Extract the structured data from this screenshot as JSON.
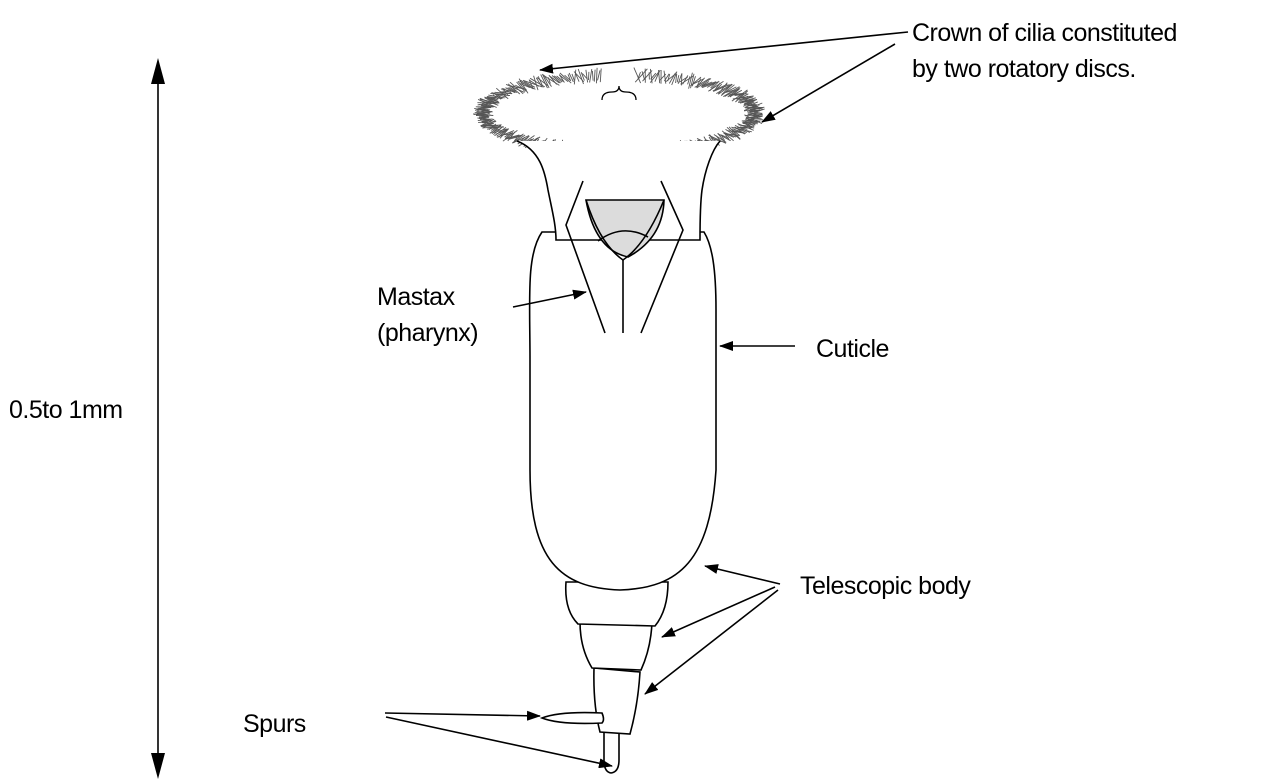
{
  "diagram": {
    "labels": {
      "crown_line1": "Crown of cilia constituted",
      "crown_line2": "by two rotatory discs.",
      "mastax_line1": "Mastax",
      "mastax_line2": "(pharynx)",
      "cuticle": "Cuticle",
      "size": "0.5to 1mm",
      "telescopic": "Telescopic body",
      "spurs": "Spurs"
    },
    "colors": {
      "line": "#000000",
      "gray_fill": "#dcdcdc",
      "cilia": "#555555"
    }
  }
}
